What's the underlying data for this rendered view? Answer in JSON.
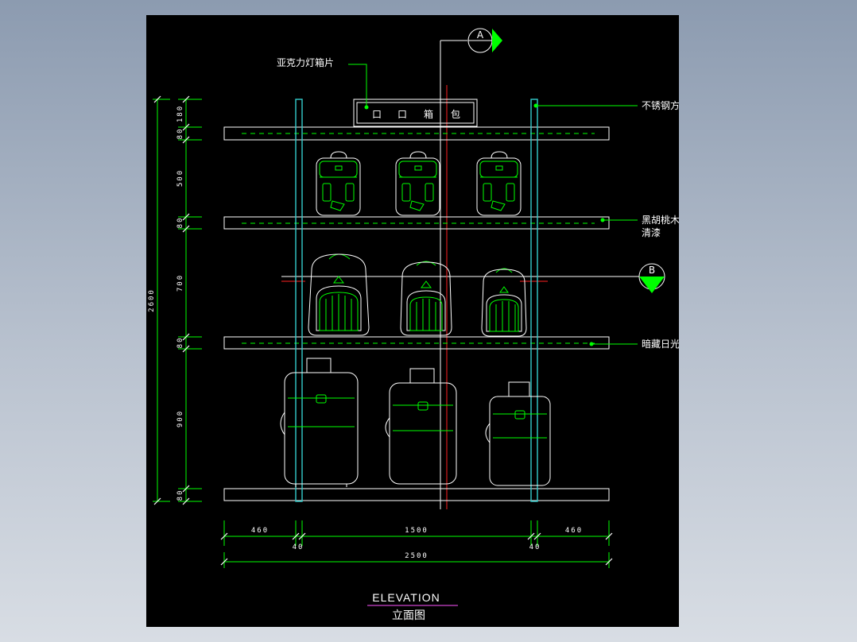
{
  "labels": {
    "acrylic_lightbox": "亚克力灯箱片",
    "sign_text_1": "口",
    "sign_text_2": "口",
    "sign_text_3": "箱",
    "sign_text_4": "包",
    "stainless_tube": "不锈钢方管",
    "walnut_line1": "黑胡桃木夹板",
    "walnut_line2": "清漆",
    "hidden_light": "暗藏日光灯带"
  },
  "markers": {
    "section_a": "A",
    "section_b": "B"
  },
  "dimensions": {
    "vertical": [
      "180",
      "80",
      "500",
      "80",
      "700",
      "80",
      "900",
      "80"
    ],
    "total_height": "2600",
    "horizontal": [
      "460",
      "1500",
      "460"
    ],
    "post_width_left": "40",
    "post_width_right": "40",
    "total_width": "2500"
  },
  "title": {
    "en": "ELEVATION",
    "zh": "立面图"
  },
  "colors": {
    "background": "#000000",
    "line": "#ffffff",
    "accent": "#00ff00",
    "post": "#33cccc",
    "center": "#ff2020",
    "title_underline": "#cc44cc"
  }
}
